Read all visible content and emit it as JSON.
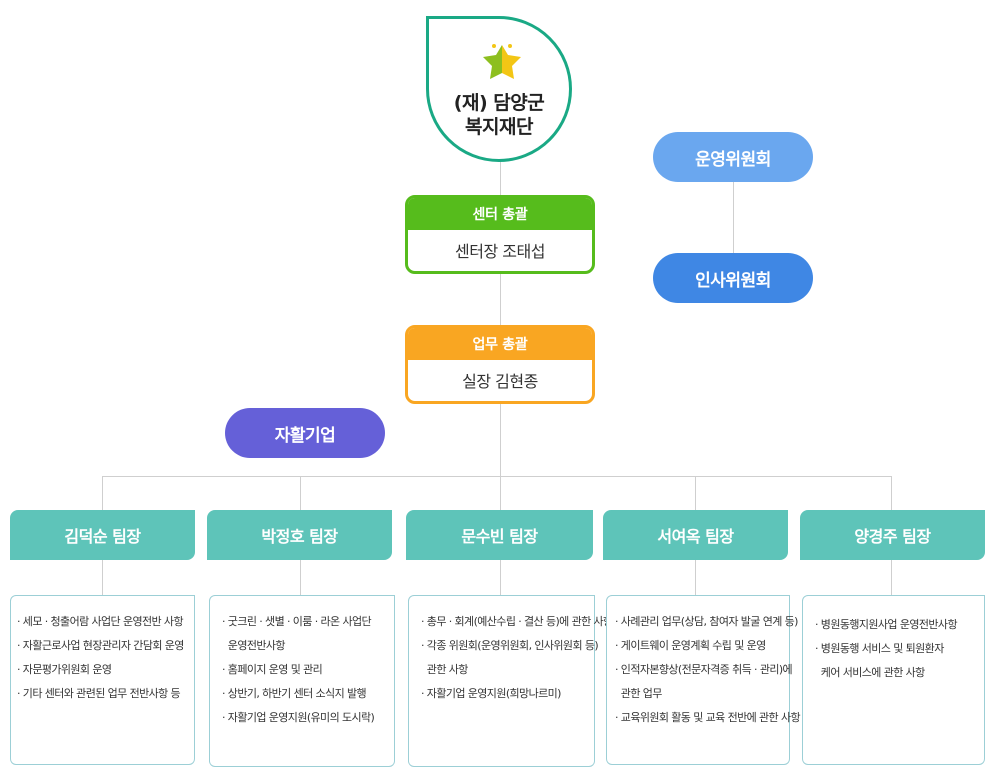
{
  "foundation": {
    "line1": "(재) 담양군",
    "line2": "복지재단"
  },
  "committees": [
    {
      "label": "운영위원회",
      "color": "#6aa7ef"
    },
    {
      "label": "인사위원회",
      "color": "#3f87e4"
    }
  ],
  "center_head": {
    "title": "센터 총괄",
    "name": "센터장 조태섭",
    "color": "#56bc1c"
  },
  "work_head": {
    "title": "업무 총괄",
    "name": "실장 김현종",
    "color": "#f9a622"
  },
  "self_support": {
    "label": "자활기업",
    "color": "#6560d8"
  },
  "teams": [
    {
      "leader": "김덕순 팀장",
      "duties": [
        "· 세모 · 청출어람 사업단 운영전반 사항",
        "· 자활근로사업 현장관리자 간담회 운영",
        "· 자문평가위원회 운영",
        "· 기타 센터와 관련된 업무 전반사항 등"
      ]
    },
    {
      "leader": "박정호 팀장",
      "duties": [
        "· 굿크린 · 샛별 · 이룸 · 라온 사업단",
        "  운영전반사항",
        "· 홈페이지 운영 및 관리",
        "· 상반기, 하반기 센터 소식지 발행",
        "· 자활기업 운영지원(유미의 도시락)"
      ]
    },
    {
      "leader": "문수빈 팀장",
      "duties": [
        "· 총무 · 회계(예산수립 · 결산 등)에 관한 사항",
        "· 각종 위원회(운영위원회, 인사위원회 등)",
        "  관한 사항",
        "· 자활기업 운영지원(희망나르미)"
      ]
    },
    {
      "leader": "서여옥 팀장",
      "duties": [
        "· 사례관리 업무(상담, 참여자 발굴 연계 등)",
        "· 게이트웨이 운영계획 수립 및 운영",
        "· 인적자본향상(전문자격증 취득 · 관리)에",
        "  관한 업무",
        "· 교육위원회 활동 및 교육 전반에 관한 사항"
      ]
    },
    {
      "leader": "양경주 팀장",
      "duties": [
        "· 병원동행지원사업 운영전반사항",
        "· 병원동행 서비스 및 퇴원환자",
        "  케어 서비스에 관한 사항"
      ]
    }
  ],
  "colors": {
    "leaf_border": "#1aa985",
    "team": "#5ec4b9",
    "duty_border": "#9ccfd6",
    "connector": "#cfcfcf"
  }
}
